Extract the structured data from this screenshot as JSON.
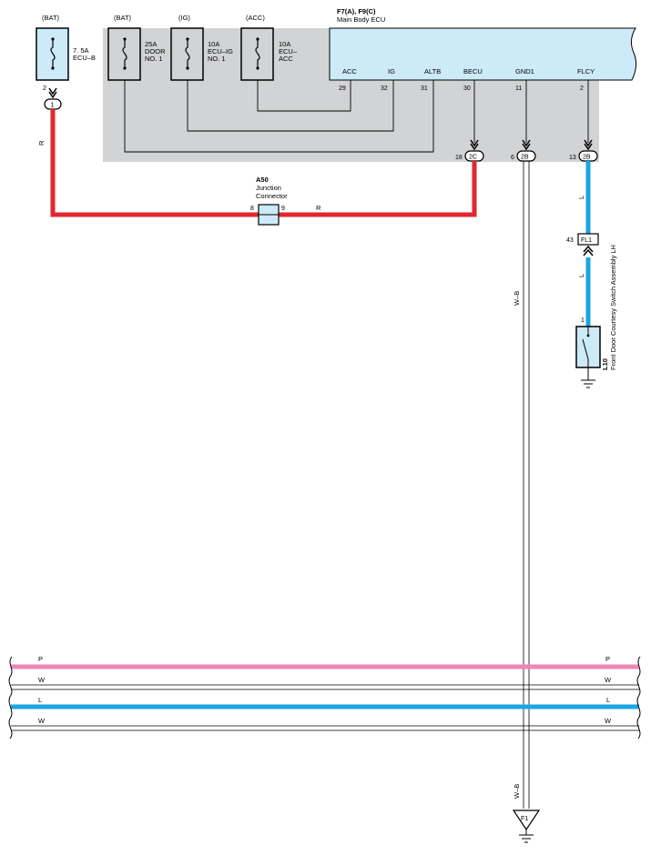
{
  "colors": {
    "red_wire": "#e3262f",
    "blue_wire": "#1aa6e0",
    "pink_wire": "#ee87b4",
    "ecu_fill": "#cdeaf8",
    "fuse_fill": "#cdeaf8",
    "gray_panel": "#d2d3d5",
    "line": "#000000"
  },
  "fuses": [
    {
      "source": "(BAT)",
      "rating": "7. 5A",
      "name": "ECU–B",
      "name2": ""
    },
    {
      "source": "(BAT)",
      "rating": "25A",
      "name": "DOOR",
      "name2": "NO. 1"
    },
    {
      "source": "(IG)",
      "rating": "10A",
      "name": "ECU–IG",
      "name2": "NO. 1"
    },
    {
      "source": "(ACC)",
      "rating": "10A",
      "name": "ECU–",
      "name2": "ACC"
    }
  ],
  "fuse_pins": {
    "ecub_pin": "2",
    "ecub_conn": "1",
    "ecub_wire": "R"
  },
  "ecu": {
    "code": "F7(A), F9(C)",
    "name": "Main Body ECU",
    "terminals": [
      {
        "name": "ACC",
        "pin": "29"
      },
      {
        "name": "IG",
        "pin": "32"
      },
      {
        "name": "ALTB",
        "pin": "31"
      },
      {
        "name": "BECU",
        "pin": "30"
      },
      {
        "name": "GND1",
        "pin": "11"
      },
      {
        "name": "FLCY",
        "pin": "2"
      }
    ]
  },
  "bottom_connectors": [
    {
      "pin": "18",
      "code": "2C"
    },
    {
      "pin": "6",
      "code": "2B"
    },
    {
      "pin": "13",
      "code": "2B"
    }
  ],
  "junction": {
    "code": "A50",
    "name1": "Junction",
    "name2": "Connector",
    "pin_in": "8",
    "pin_out": "9",
    "wire_out": "R"
  },
  "flcy_wire": {
    "color_top": "L",
    "color_bottom": "L",
    "conn_pin": "43",
    "conn_code": "FL1"
  },
  "switch": {
    "pin": "1",
    "code": "L10",
    "name": "Front Door Courtesy Switch Assembly LH"
  },
  "ground_wire": {
    "label_top": "W–B",
    "label_bottom": "W–B",
    "ground_code": "F1"
  },
  "bus_wires": [
    {
      "color": "P",
      "kind": "pink"
    },
    {
      "color": "W",
      "kind": "white"
    },
    {
      "color": "L",
      "kind": "blue"
    },
    {
      "color": "W",
      "kind": "white"
    }
  ]
}
